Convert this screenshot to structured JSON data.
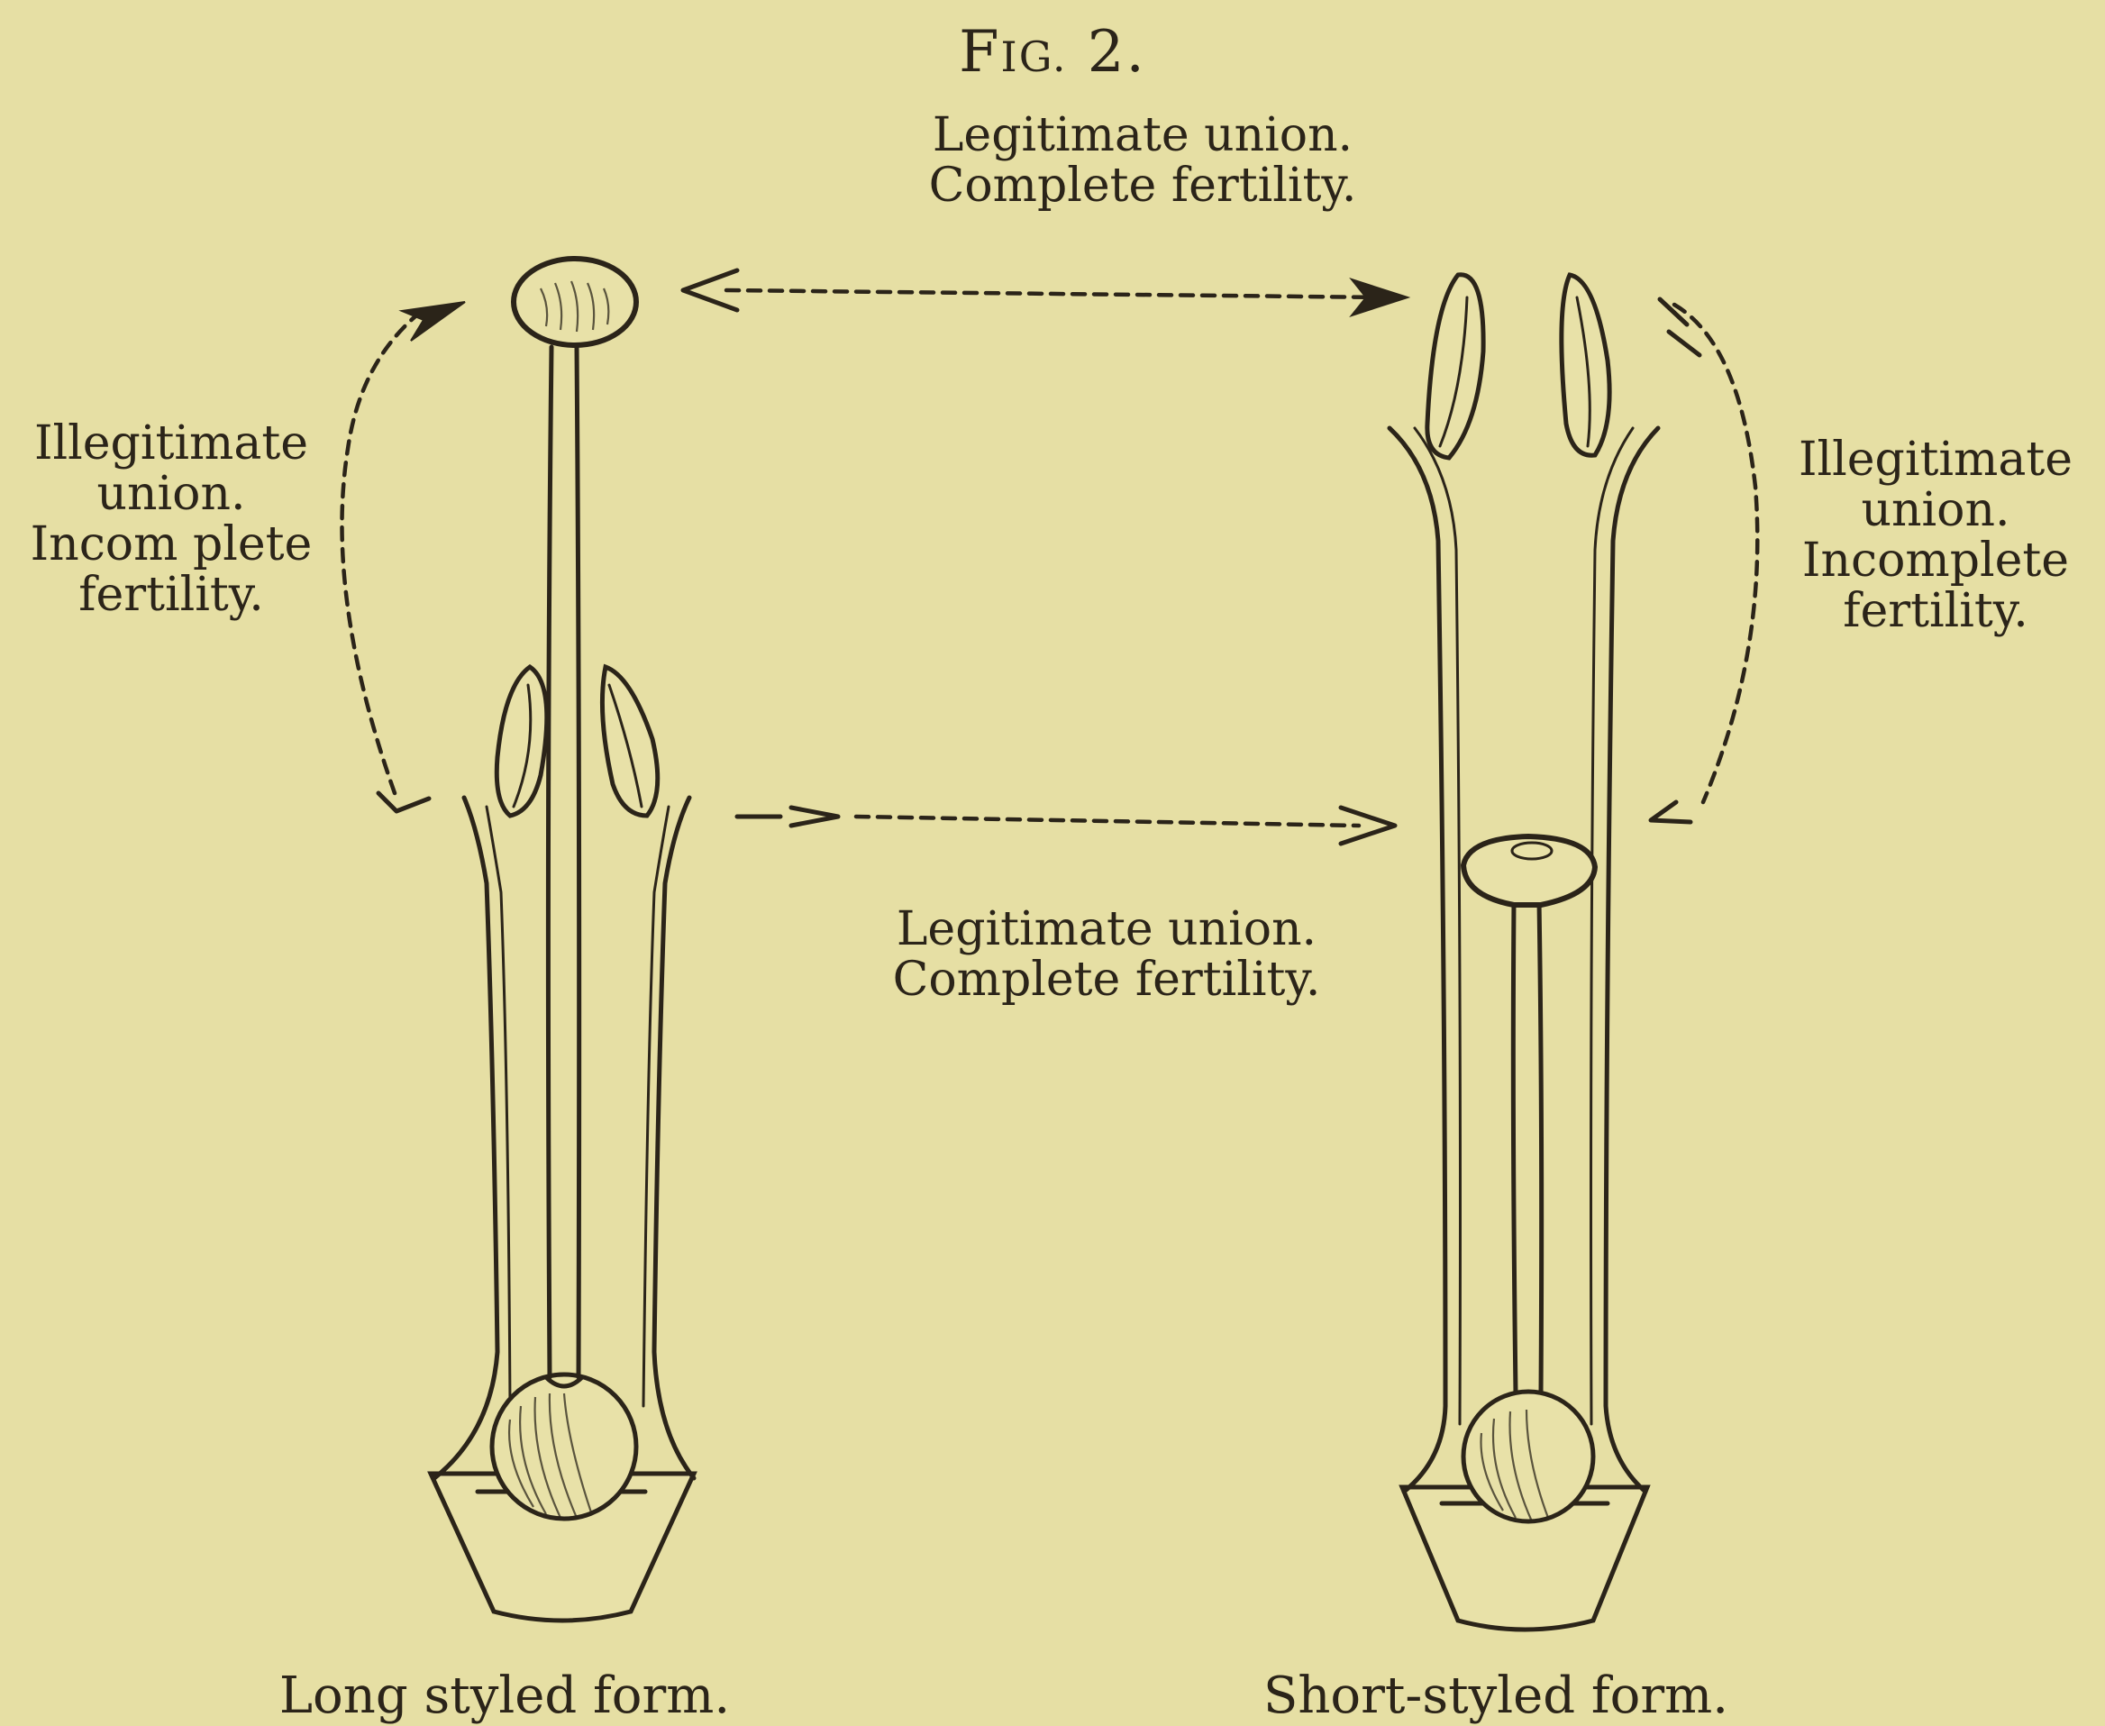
{
  "figure": {
    "title_initial": "F",
    "title_smallcaps": "IG.",
    "title_number": "2."
  },
  "labels": {
    "top": {
      "line1": "Legitimate union.",
      "line2": "Complete fertility."
    },
    "middle": {
      "line1": "Legitimate union.",
      "line2": "Complete fertility."
    },
    "left": {
      "line1": "Illegitimate",
      "line2": "union.",
      "line3": "Incom plete",
      "line4": "fertility."
    },
    "right": {
      "line1": "Illegitimate",
      "line2": "union.",
      "line3": "Incomplete",
      "line4": "fertility."
    }
  },
  "captions": {
    "left": "Long styled form.",
    "right": "Short-styled form."
  },
  "colors": {
    "paper": "#e6dfa4",
    "ink": "#2b2419"
  }
}
